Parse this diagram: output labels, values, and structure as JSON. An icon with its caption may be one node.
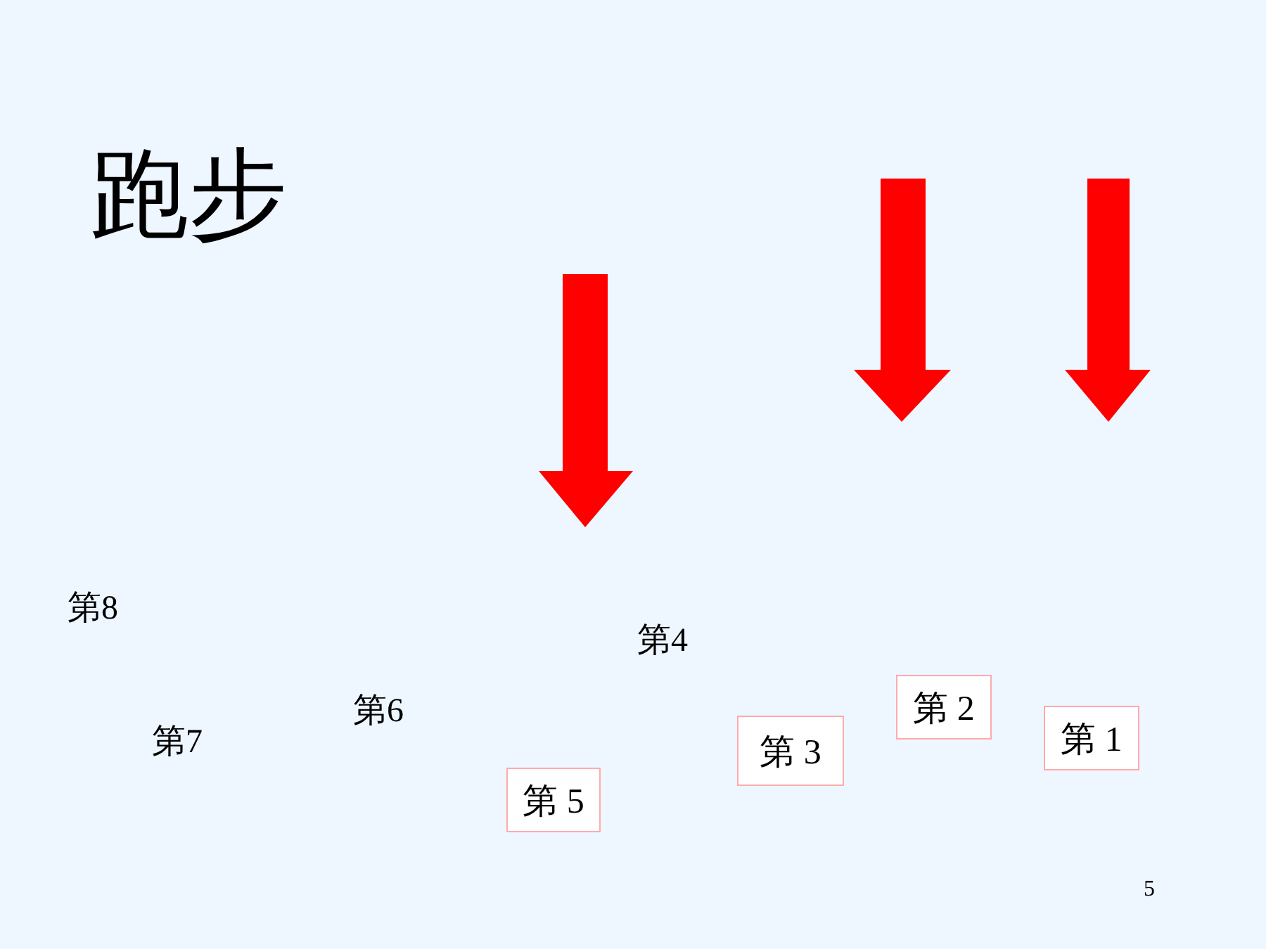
{
  "diagram": {
    "title": "跑步",
    "nodes": [
      {
        "text": [
          "第 2"
        ]
      },
      {
        "text": [
          "第 1"
        ]
      },
      {
        "text": [
          "第 3"
        ]
      },
      {
        "text": [
          "第 5"
        ]
      }
    ],
    "edges": [],
    "labels": [
      "第8",
      "第4",
      "第6",
      "第7",
      "5"
    ]
  }
}
